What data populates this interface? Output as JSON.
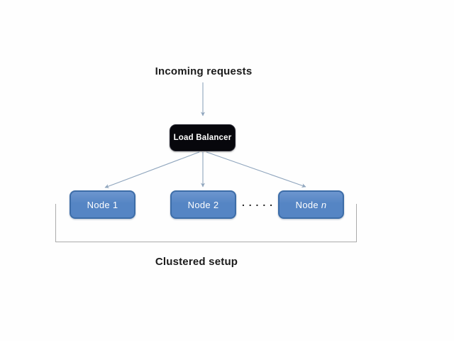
{
  "diagram": {
    "incoming_label": "Incoming requests",
    "load_balancer_label": "Load Balancer",
    "nodes": [
      {
        "text": "Node 1",
        "var": ""
      },
      {
        "text": "Node 2",
        "var": ""
      },
      {
        "text": "Node ",
        "var": "n"
      }
    ],
    "dots": ". . . . .",
    "caption": "Clustered setup",
    "colors": {
      "node_fill": "#5585c4",
      "node_fill_top": "#6d96cf",
      "node_border": "#3d6da8",
      "lb_fill": "#07070c",
      "lb_border": "#23232e",
      "arrow": "#8fa5bd",
      "bracket": "#ababab",
      "text": "#1b1b1b",
      "background": "#fefefe"
    }
  }
}
